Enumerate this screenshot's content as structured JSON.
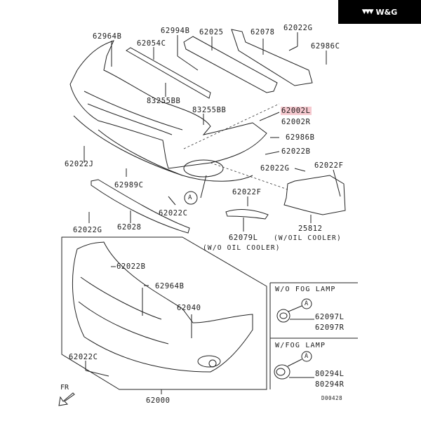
{
  "brand": {
    "logo_icon": "triple-chevron-logo",
    "text": "W&G"
  },
  "diagram": {
    "title": "Front Bumper Parts Diagram",
    "highlighted_part": "62002L",
    "highlight_color": "#f6c9cf",
    "upper_assembly": {
      "labels": {
        "p62964B_top": "62964B",
        "p62054C": "62054C",
        "p62994B": "62994B",
        "p62025": "62025",
        "p62078": "62078",
        "p62022G_top": "62022G",
        "p62986C": "62986C",
        "p83255BB_a": "83255BB",
        "p83255BB_b": "83255BB",
        "p62002L": "62002L",
        "p62002R": "62002R",
        "p62986B": "62986B",
        "p62022B_right": "62022B",
        "p62022J": "62022J",
        "p62022G_mid": "62022G",
        "p62022F_right": "62022F",
        "p62989C": "62989C",
        "p62022C_mid": "62022C",
        "p62022F_mid": "62022F",
        "p62022G_bottom": "62022G",
        "p62028": "62028",
        "p62079L": "62079L",
        "p25812": "25812",
        "note_wo_oil": "(W/O OIL COOLER)",
        "note_w_oil": "(W/OIL COOLER)",
        "callout_a": "A"
      }
    },
    "lower_assembly": {
      "labels": {
        "p62022B": "62022B",
        "p62964B": "62964B",
        "p62040": "62040",
        "p62022C": "62022C",
        "p62000": "62000"
      }
    },
    "fog_lamp_box": {
      "without": {
        "title": "W/O FOG LAMP",
        "callout": "A",
        "parts": [
          "62097L",
          "62097R"
        ]
      },
      "with": {
        "title": "W/FOG LAMP",
        "callout": "A",
        "parts": [
          "80294L",
          "80294R"
        ]
      }
    },
    "direction": {
      "label": "FR",
      "icon": "front-direction-arrow-icon"
    },
    "drawing_code": "D00428"
  }
}
